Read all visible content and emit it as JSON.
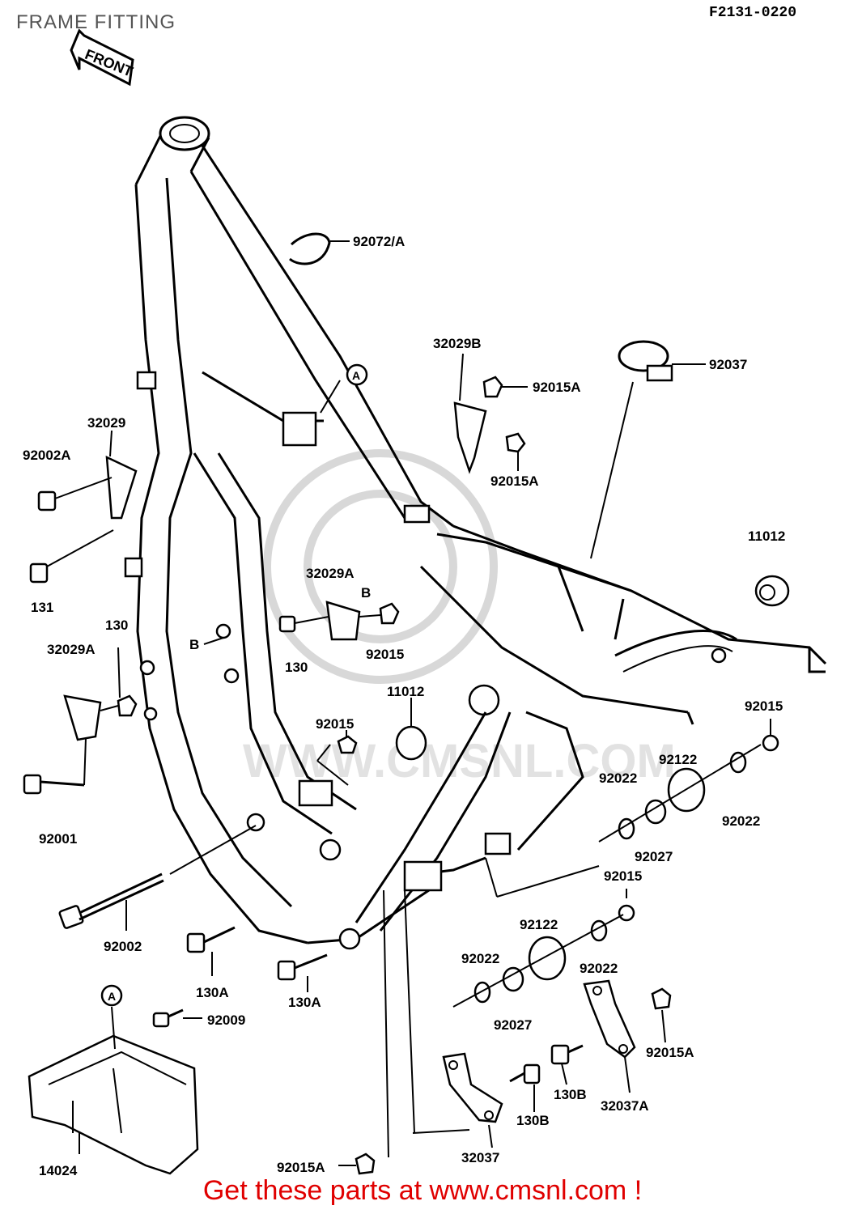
{
  "header": {
    "title": "FRAME FITTING",
    "figure_code": "F2131-0220",
    "front_arrow": "FRONT"
  },
  "footer": {
    "text": "Get these parts at www.cmsnl.com !"
  },
  "watermark": {
    "text": "WWW.CMSNL.COM"
  },
  "callouts": {
    "ref_a": "A",
    "ref_b": "B",
    "labels": [
      "92072/A",
      "92037",
      "32029B",
      "92015A",
      "92015A",
      "32029",
      "92002A",
      "11012",
      "131",
      "32029A",
      "130",
      "130",
      "32029A",
      "92015",
      "11012",
      "92015",
      "92001",
      "92015",
      "92122",
      "92022",
      "92022",
      "92027",
      "92002",
      "92015",
      "92122",
      "130A",
      "92022",
      "92022",
      "130A",
      "92027",
      "92009",
      "92015A",
      "130B",
      "130B",
      "32037A",
      "14024",
      "92015A",
      "32037"
    ]
  },
  "colors": {
    "title": "#555555",
    "footer": "#e00000",
    "lines": "#000000"
  }
}
